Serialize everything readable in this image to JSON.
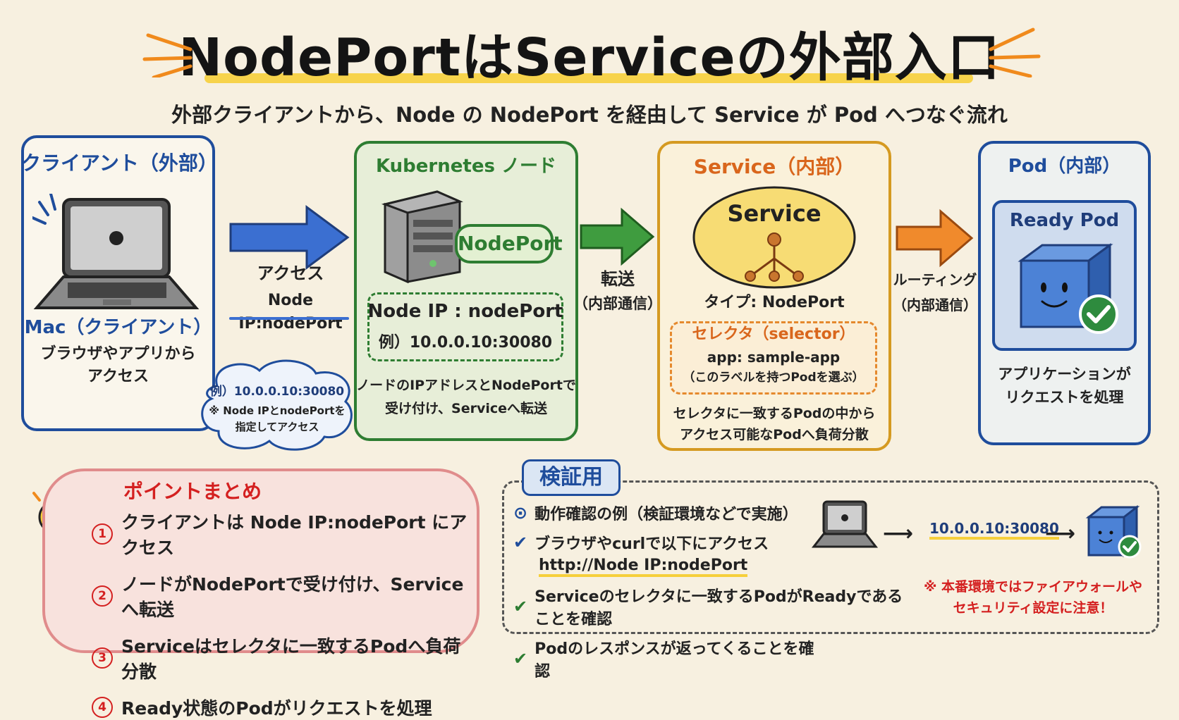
{
  "title": "NodePortはServiceの外部入口",
  "subtitle": "外部クライアントから、Node の NodePort を経由して Service が Pod へつなぐ流れ",
  "client": {
    "header": "クライアント（外部）",
    "device_label": "Mac（クライアント）",
    "desc_line1": "ブラウザやアプリから",
    "desc_line2": "アクセス",
    "bubble_line1": "例）10.0.0.10:30080",
    "bubble_line2": "※ Node IPとnodePortを",
    "bubble_line3": "指定してアクセス"
  },
  "arrow1": {
    "line1": "アクセス",
    "line2": "Node IP:nodePort"
  },
  "node": {
    "header": "Kubernetes ノード",
    "nodeport_pill": "NodePort",
    "ip_label": "Node IP : nodePort",
    "example": "例）10.0.0.10:30080",
    "desc_line1": "ノードのIPアドレスとNodePortで",
    "desc_line2": "受け付け、Serviceへ転送"
  },
  "arrow2": {
    "line1": "転送",
    "line2": "（内部通信）"
  },
  "service": {
    "header": "Service（内部）",
    "oval_label": "Service",
    "type_label": "タイプ: NodePort",
    "selector_title": "セレクタ（selector）",
    "selector_value": "app: sample-app",
    "selector_note": "（このラベルを持つPodを選ぶ）",
    "desc_line1": "セレクタに一致するPodの中から",
    "desc_line2": "アクセス可能なPodへ負荷分散"
  },
  "arrow3": {
    "line1": "ルーティング",
    "line2": "（内部通信）"
  },
  "pod": {
    "header": "Pod（内部）",
    "ready_label": "Ready Pod",
    "desc_line1": "アプリケーションが",
    "desc_line2": "リクエストを処理"
  },
  "summary": {
    "title": "ポイントまとめ",
    "items": [
      {
        "num": "1",
        "text": "クライアントは Node IP:nodePort にアクセス"
      },
      {
        "num": "2",
        "text": "ノードがNodePortで受け付け、Serviceへ転送"
      },
      {
        "num": "3",
        "text": "Serviceはセレクタに一致するPodへ負荷分散"
      },
      {
        "num": "4",
        "text": "Ready状態のPodがリクエストを処理"
      }
    ]
  },
  "verify": {
    "tag": "検証用",
    "item1": "動作確認の例（検証環境などで実施）",
    "item2": "ブラウザやcurlで以下にアクセス",
    "url": "http://Node IP:nodePort",
    "item3": "Serviceのセレクタに一致するPodがReadyであることを確認",
    "item4": "Podのレスポンスが返ってくることを確認",
    "flow_ip": "10.0.0.10:30080",
    "warning_line1": "※ 本番環境ではファイアウォールや",
    "warning_line2": "セキュリティ設定に注意！"
  },
  "colors": {
    "client_blue": "#1f4d9c",
    "node_green": "#2e7d32",
    "service_gold": "#d59a21",
    "service_orange": "#d9661c",
    "warning_red": "#d42020"
  }
}
